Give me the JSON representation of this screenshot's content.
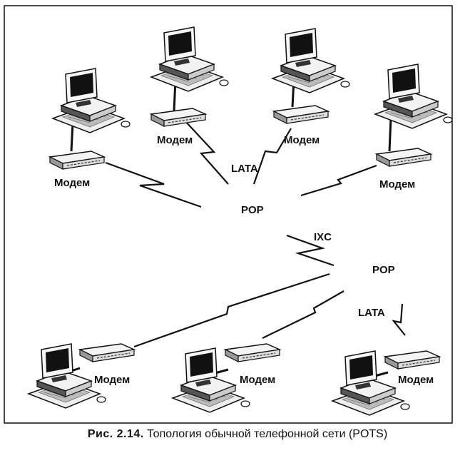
{
  "diagram": {
    "nodes": {
      "modem_label": "Модем",
      "pop_label": "POP"
    },
    "links": {
      "lata_label": "LATA",
      "ixc_label": "IXC"
    },
    "caption": {
      "prefix": "Рис. 2.14.",
      "text": "Топология обычной телефонной сети (POTS)"
    }
  }
}
